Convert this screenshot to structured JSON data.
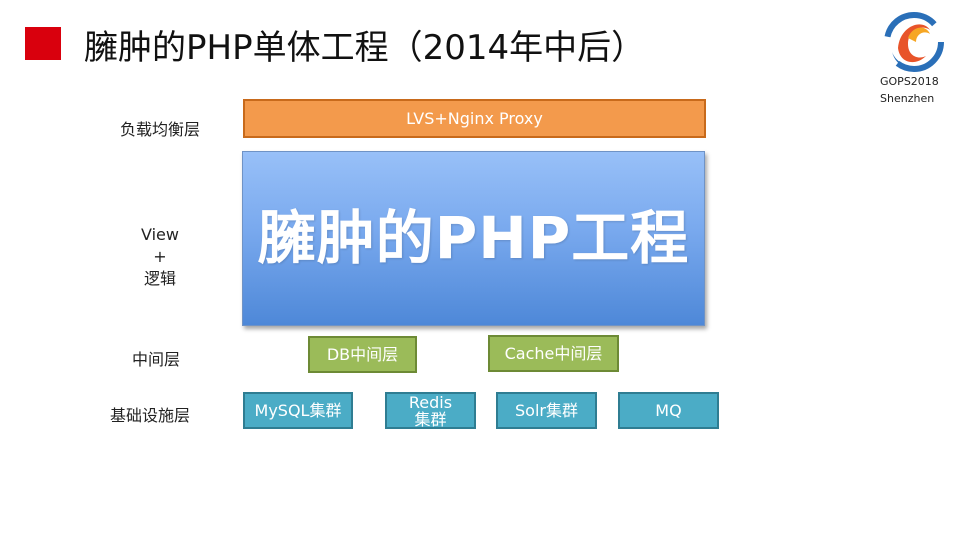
{
  "title": "臃肿的PHP单体工程（2014年中后）",
  "logo": {
    "line1": "GOPS2018",
    "line2": "Shenzhen"
  },
  "labels": {
    "load_balancer": "负载均衡层",
    "view_line1": "View",
    "view_line2": "+",
    "view_line3": "逻辑",
    "middle": "中间层",
    "infra": "基础设施层"
  },
  "boxes": {
    "load_balancer": "LVS+Nginx Proxy",
    "php_project": "臃肿的PHP工程",
    "db_middle": "DB中间层",
    "cache_middle": "Cache中间层",
    "mysql": "MySQL集群",
    "redis": "Redis集群",
    "solr": "Solr集群",
    "mq": "MQ"
  },
  "colors": {
    "title_square": "#d9000d",
    "load_balancer": "#f39a4c",
    "php_project": "#79a9ee",
    "middle": "#9bbb59",
    "infra": "#4bacc6"
  },
  "icons": {
    "logo": "gops-swirl-logo"
  }
}
